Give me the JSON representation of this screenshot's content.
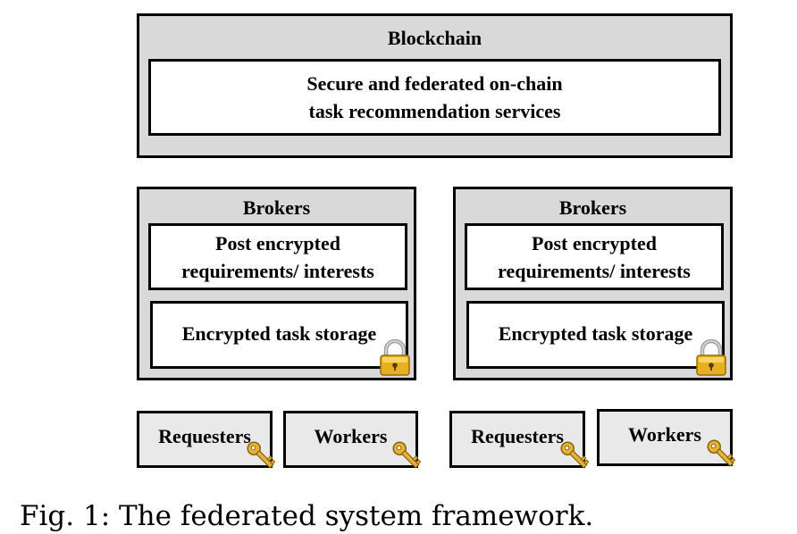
{
  "blockchain": {
    "title": "Blockchain",
    "service_line1": "Secure and federated on-chain",
    "service_line2": "task recommendation services"
  },
  "brokers": [
    {
      "title": "Brokers",
      "post_line1": "Post encrypted",
      "post_line2": "requirements/ interests",
      "storage": "Encrypted task storage",
      "lock_icon": "padlock-icon"
    },
    {
      "title": "Brokers",
      "post_line1": "Post encrypted",
      "post_line2": "requirements/ interests",
      "storage": "Encrypted task storage",
      "lock_icon": "padlock-icon"
    }
  ],
  "participants": [
    {
      "label": "Requesters",
      "icon": "key-icon"
    },
    {
      "label": "Workers",
      "icon": "key-icon"
    },
    {
      "label": "Requesters",
      "icon": "key-icon"
    },
    {
      "label": "Workers",
      "icon": "key-icon"
    }
  ],
  "caption": "Fig. 1: The federated system framework.",
  "colors": {
    "box_fill": "#d9d9d9",
    "leaf_fill": "#e9e9e9",
    "border": "#000000",
    "lock_gold": "#e8b020",
    "key_gold": "#e3b23c"
  }
}
